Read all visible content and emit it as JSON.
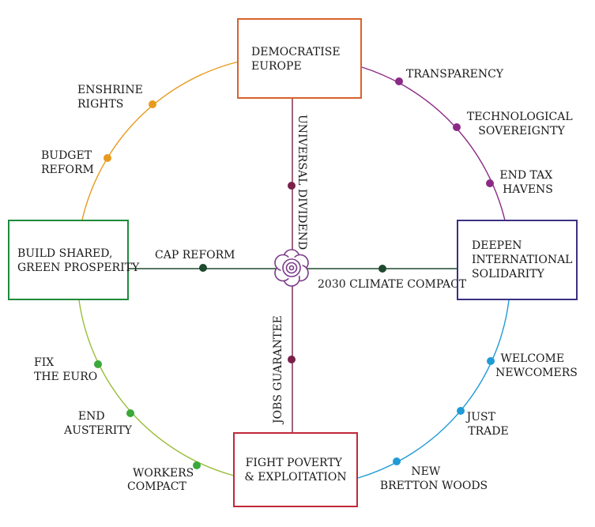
{
  "colors": {
    "democratise": "#d9622b",
    "deepen": "#3b3182",
    "fight": "#c0283a",
    "build": "#1e8a3c",
    "arc_top_right": "#8b2a86",
    "arc_right_bottom": "#1f9bd6",
    "arc_bottom_left": "#9bbd3c",
    "arc_left_top": "#e89a1e",
    "axis_vertical": "#7a1f4a",
    "axis_horizontal": "#1f4a2e",
    "center_flower": "#7b3a8a"
  },
  "boxes": {
    "democratise": [
      "DEMOCRATISE",
      "EUROPE"
    ],
    "deepen": [
      "DEEPEN",
      "INTERNATIONAL",
      "SOLIDARITY"
    ],
    "fight": [
      "FIGHT POVERTY",
      "& EXPLOITATION"
    ],
    "build": [
      "BUILD SHARED,",
      "GREEN PROSPERITY"
    ]
  },
  "axes": {
    "universal_dividend": "UNIVERSAL DIVIDEND",
    "jobs_guarantee": "JOBS GUARANTEE",
    "cap_reform": "CAP REFORM",
    "climate_compact": "2030 CLIMATE COMPACT"
  },
  "arc_nodes": {
    "transparency": [
      "TRANSPARENCY"
    ],
    "technological_sovereignty": [
      "TECHNOLOGICAL",
      "SOVEREIGNTY"
    ],
    "end_tax_havens": [
      "END TAX",
      "HAVENS"
    ],
    "welcome_newcomers": [
      "WELCOME",
      "NEWCOMERS"
    ],
    "just_trade": [
      "JUST",
      "TRADE"
    ],
    "new_bretton_woods": [
      "NEW",
      "BRETTON WOODS"
    ],
    "workers_compact": [
      "WORKERS",
      "COMPACT"
    ],
    "end_austerity": [
      "END",
      "AUSTERITY"
    ],
    "fix_the_euro": [
      "FIX",
      "THE EURO"
    ],
    "budget_reform": [
      "BUDGET",
      "REFORM"
    ],
    "enshrine_rights": [
      "ENSHRINE",
      "RIGHTS"
    ]
  }
}
